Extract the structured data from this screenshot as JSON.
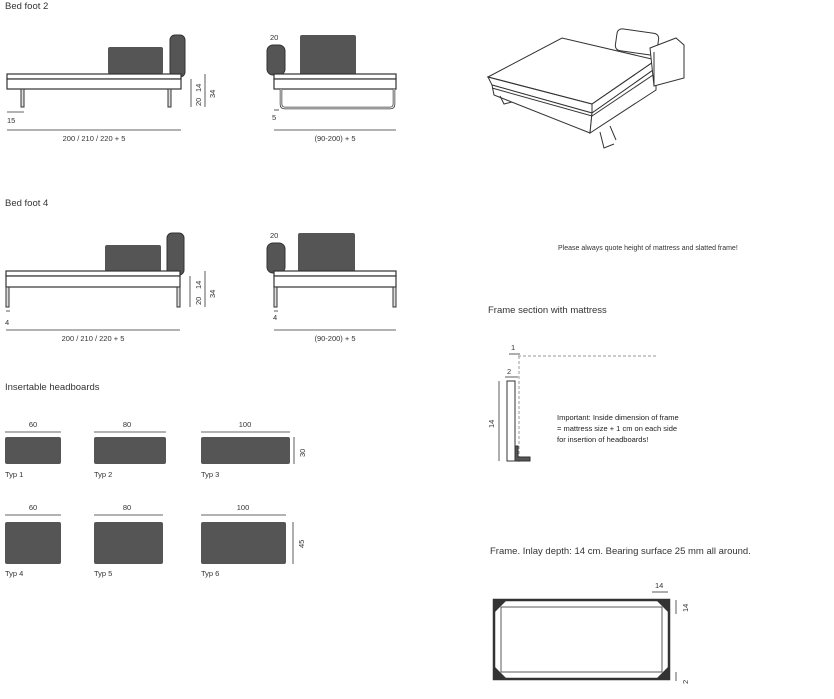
{
  "sections": {
    "bed_foot_2": "Bed foot 2",
    "bed_foot_4": "Bed foot 4",
    "headboards": "Insertable headboards",
    "frame_section": "Frame section with mattress",
    "frame_inlay": "Frame. Inlay depth: 14 cm. Bearing surface 25 mm all around."
  },
  "notes": {
    "quote": "Please always quote height of mattress and slatted frame!",
    "important": [
      "Important: Inside dimension of frame",
      "= mattress size + 1 cm on each side",
      "for insertion of headboards!"
    ]
  },
  "dims": {
    "length": "200 / 210 / 220 + 5",
    "width": "(90-200) + 5",
    "foot2_offset": "15",
    "foot4_offset": "4",
    "end_offset_foot2": "5",
    "end_offset_foot4": "4",
    "h14": "14",
    "h20": "20",
    "h34": "34",
    "pillow20": "20",
    "sec1": "1",
    "sec2": "2",
    "sec14": "14",
    "inlay14": "14",
    "inlay_bottom": "2"
  },
  "headboards": {
    "row1": {
      "widths": [
        "60",
        "80",
        "100"
      ],
      "types": [
        "Typ 1",
        "Typ 2",
        "Typ 3"
      ],
      "height": "30"
    },
    "row2": {
      "widths": [
        "60",
        "80",
        "100"
      ],
      "types": [
        "Typ 4",
        "Typ 5",
        "Typ 6"
      ],
      "height": "45"
    }
  },
  "colors": {
    "panel": "#555555",
    "line": "#333333",
    "dash": "#9a9a9a"
  }
}
